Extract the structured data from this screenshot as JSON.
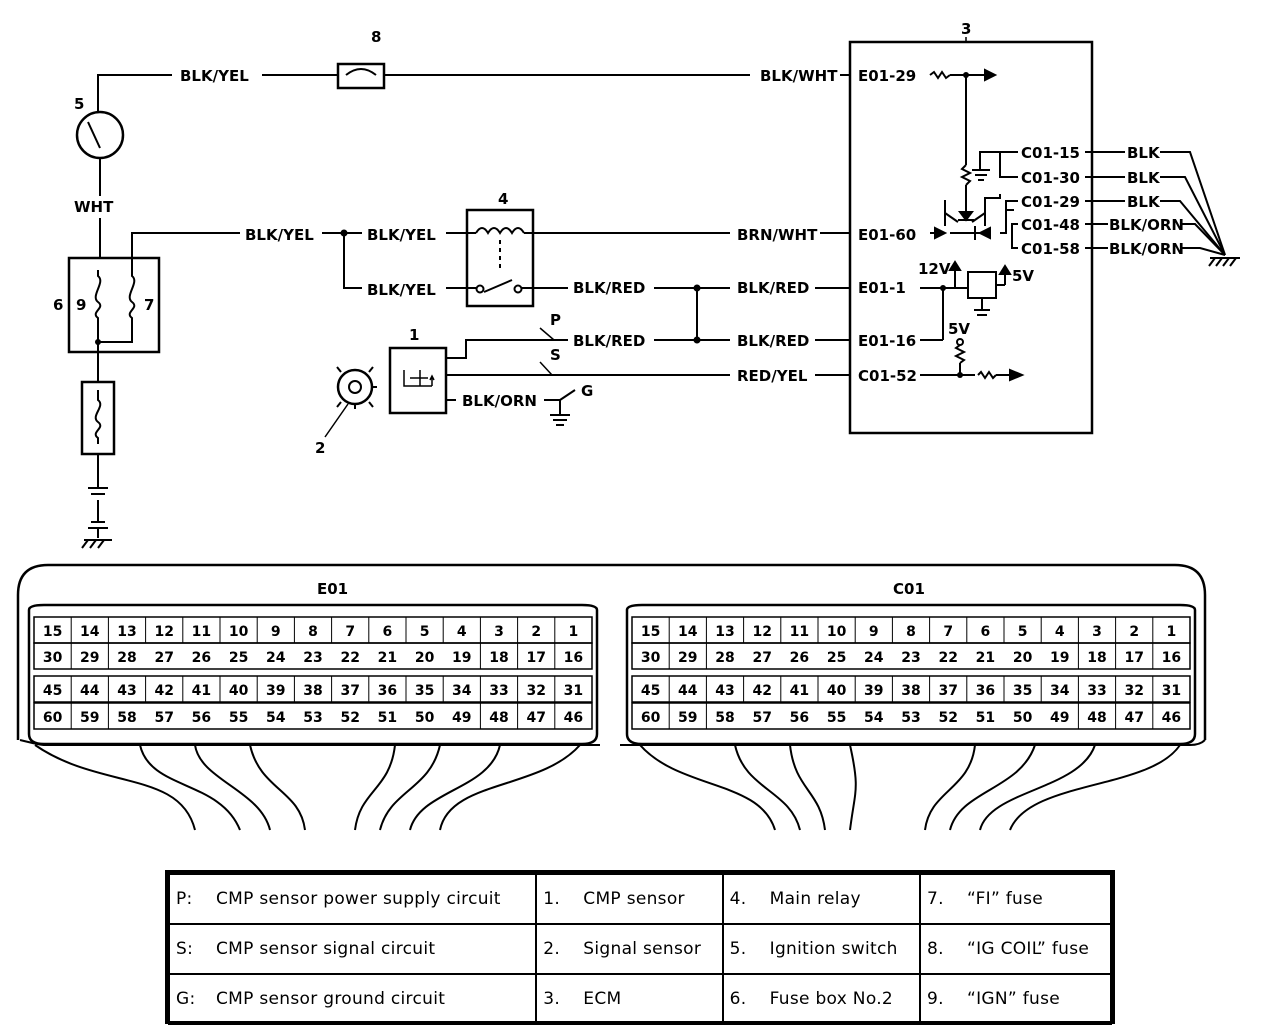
{
  "wires": {
    "top_blk_yel": "BLK/YEL",
    "top_blk_wht": "BLK/WHT",
    "wht": "WHT",
    "mid_blk_yel_1": "BLK/YEL",
    "mid_blk_yel_2": "BLK/YEL",
    "mid_blk_yel_3": "BLK/YEL",
    "brn_wht": "BRN/WHT",
    "blk_red_1": "BLK/RED",
    "blk_red_2": "BLK/RED",
    "blk_red_3": "BLK/RED",
    "blk_red_4": "BLK/RED",
    "red_yel": "RED/YEL",
    "blk_orn_sensor": "BLK/ORN",
    "blk_1": "BLK",
    "blk_2": "BLK",
    "blk_3": "BLK",
    "blk_orn_1": "BLK/ORN",
    "blk_orn_2": "BLK/ORN"
  },
  "pins": {
    "e01_29": "E01-29",
    "e01_60": "E01-60",
    "e01_1": "E01-1",
    "e01_16": "E01-16",
    "c01_52": "C01-52",
    "c01_15": "C01-15",
    "c01_30": "C01-30",
    "c01_29": "C01-29",
    "c01_48": "C01-48",
    "c01_58": "C01-58"
  },
  "voltages": {
    "v12": "12V",
    "v5a": "5V",
    "v5b": "5V"
  },
  "callouts": {
    "n1": "1",
    "n2": "2",
    "n3": "3",
    "n4": "4",
    "n5": "5",
    "n6": "6",
    "n7": "7",
    "n8": "8",
    "n9": "9",
    "p": "P",
    "s": "S",
    "g": "G"
  },
  "connectors": {
    "e01_title": "E01",
    "c01_title": "C01",
    "rows": [
      [
        "15",
        "14",
        "13",
        "12",
        "11",
        "10",
        "9",
        "8",
        "7",
        "6",
        "5",
        "4",
        "3",
        "2",
        "1"
      ],
      [
        "30",
        "29",
        "28",
        "27",
        "26",
        "25",
        "24",
        "23",
        "22",
        "21",
        "20",
        "19",
        "18",
        "17",
        "16"
      ],
      [
        "45",
        "44",
        "43",
        "42",
        "41",
        "40",
        "39",
        "38",
        "37",
        "36",
        "35",
        "34",
        "33",
        "32",
        "31"
      ],
      [
        "60",
        "59",
        "58",
        "57",
        "56",
        "55",
        "54",
        "53",
        "52",
        "51",
        "50",
        "49",
        "48",
        "47",
        "46"
      ]
    ]
  },
  "legend": [
    [
      {
        "key": "P:",
        "text": "CMP sensor power supply circuit"
      },
      {
        "key": "1.",
        "text": "CMP sensor"
      },
      {
        "key": "4.",
        "text": "Main relay"
      },
      {
        "key": "7.",
        "text": "“FI” fuse"
      }
    ],
    [
      {
        "key": "S:",
        "text": "CMP sensor signal circuit"
      },
      {
        "key": "2.",
        "text": "Signal sensor"
      },
      {
        "key": "5.",
        "text": "Ignition switch"
      },
      {
        "key": "8.",
        "text": "“IG COIL” fuse"
      }
    ],
    [
      {
        "key": "G:",
        "text": "CMP sensor ground circuit"
      },
      {
        "key": "3.",
        "text": "ECM"
      },
      {
        "key": "6.",
        "text": "Fuse box No.2"
      },
      {
        "key": "9.",
        "text": "“IGN” fuse"
      }
    ]
  ]
}
